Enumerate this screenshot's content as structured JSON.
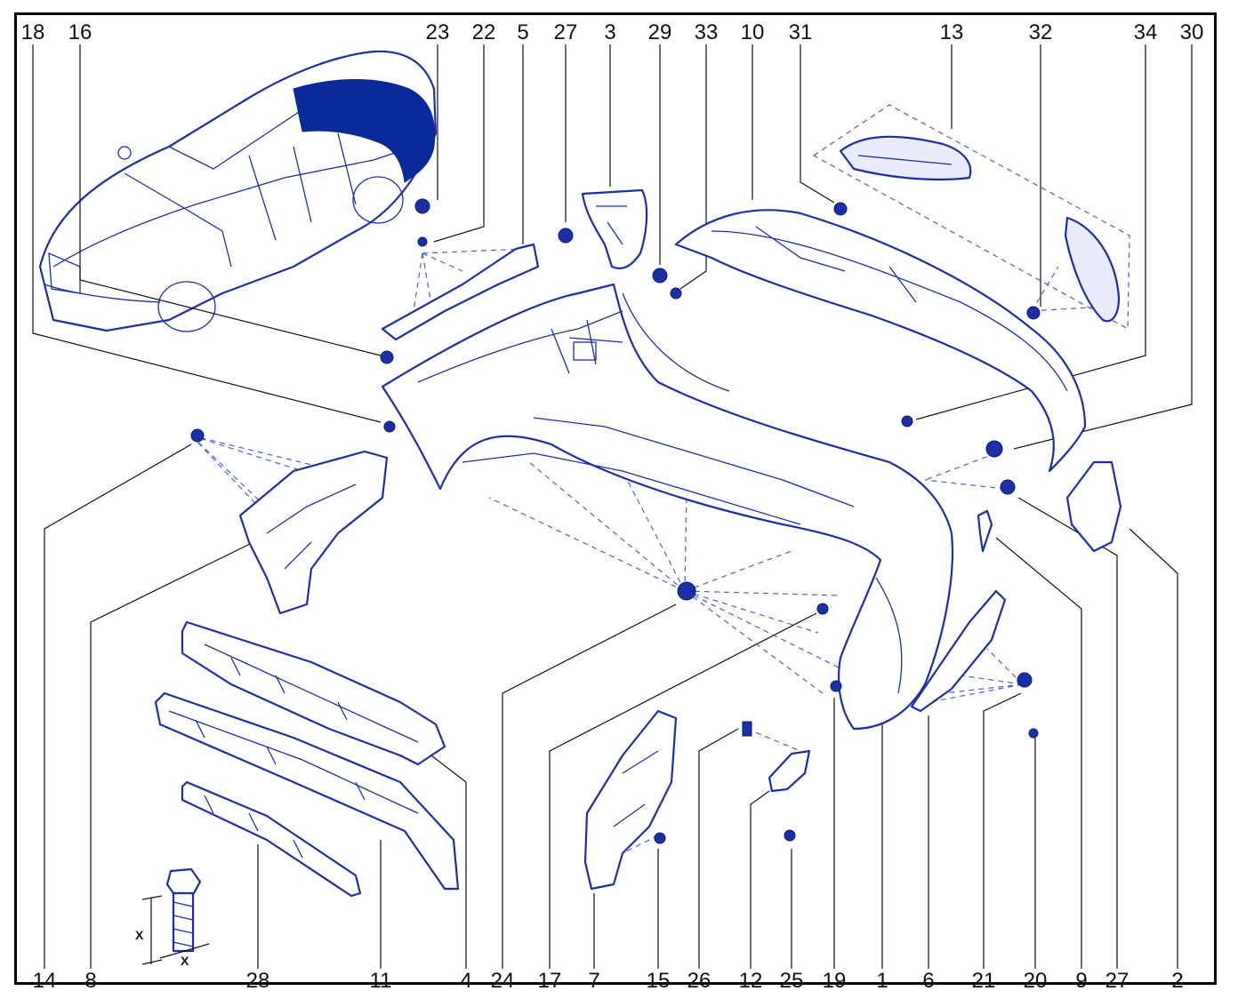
{
  "callouts_top": [
    "18",
    "16",
    "23",
    "22",
    "5",
    "27",
    "3",
    "29",
    "33",
    "10",
    "31",
    "13",
    "32",
    "34",
    "30"
  ],
  "callouts_bottom": [
    "14",
    "8",
    "28",
    "11",
    "4",
    "24",
    "17",
    "7",
    "15",
    "26",
    "12",
    "25",
    "19",
    "1",
    "6",
    "21",
    "20",
    "9",
    "27",
    "2"
  ],
  "dimension_label": "X",
  "colors": {
    "line": "#1b2fa6",
    "highlight": "#0b2a99",
    "frame": "#000000",
    "text": "#111111"
  }
}
